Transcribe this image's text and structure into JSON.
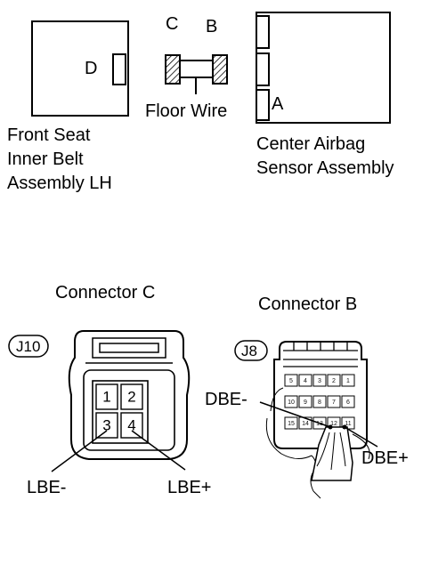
{
  "top": {
    "front_seat": {
      "letter": "D",
      "caption_lines": [
        "Front Seat",
        "Inner Belt",
        "Assembly LH"
      ]
    },
    "floor_wire": {
      "left_letter": "C",
      "right_letter": "B",
      "caption": "Floor Wire"
    },
    "center_airbag": {
      "letter": "A",
      "caption_lines": [
        "Center Airbag",
        "Sensor Assembly"
      ]
    }
  },
  "connector_c": {
    "title": "Connector C",
    "code": "J10",
    "pins": [
      "1",
      "2",
      "3",
      "4"
    ],
    "labels": {
      "left": "LBE-",
      "right": "LBE+"
    }
  },
  "connector_b": {
    "title": "Connector B",
    "code": "J8",
    "row1": [
      "5",
      "4",
      "3",
      "2",
      "1"
    ],
    "row2": [
      "10",
      "9",
      "8",
      "7",
      "6"
    ],
    "row3": [
      "15",
      "14",
      "13",
      "12",
      "11"
    ],
    "labels": {
      "left": "DBE-",
      "right": "DBE+"
    }
  }
}
